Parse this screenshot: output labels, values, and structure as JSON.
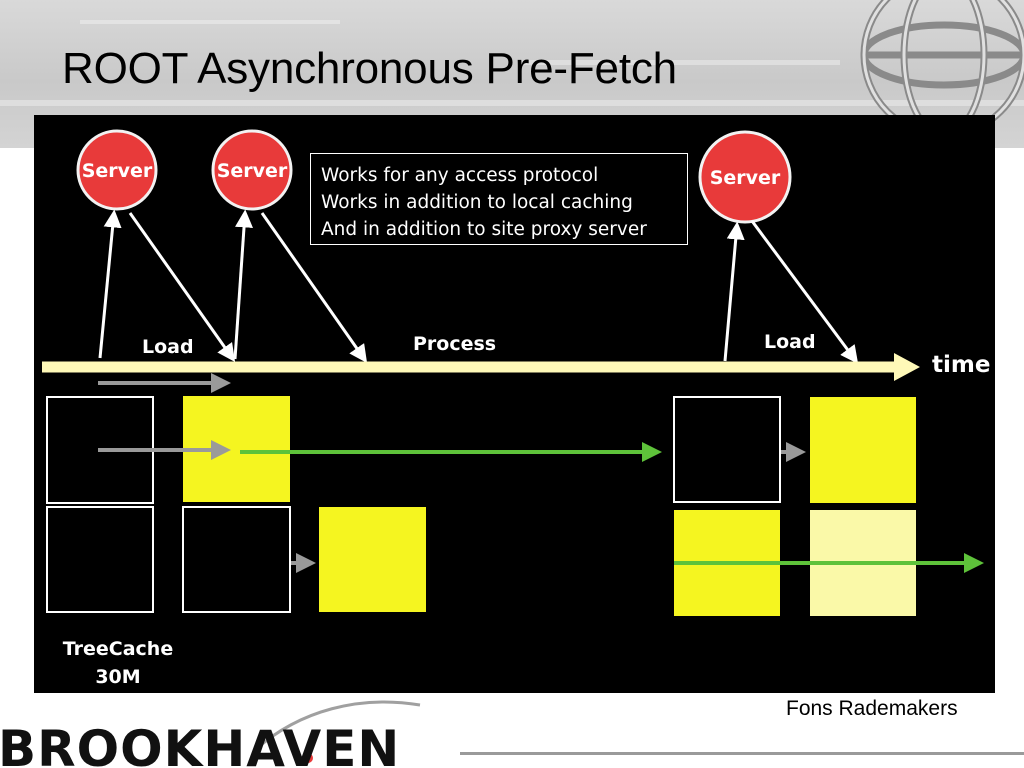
{
  "slide": {
    "title": "ROOT Asynchronous Pre-Fetch",
    "author": "Fons Rademakers",
    "logo_text": "BROOKHAVEN"
  },
  "diagram": {
    "servers": [
      "Server",
      "Server",
      "Server"
    ],
    "callout_lines": [
      "Works for any access protocol",
      "Works in addition to local caching",
      "And in addition to site proxy server"
    ],
    "phase_labels": [
      "Load",
      "Process",
      "Load"
    ],
    "time_label": "time",
    "cache_label_lines": [
      "TreeCache",
      "30M"
    ]
  },
  "colors": {
    "panel_background": "#000000",
    "server_fill": "#e83a3a",
    "timeline": "#fff9b8",
    "buffer_full": "#f5f520",
    "buffer_light": "#faf9a8",
    "prefetch_arrow": "#5ec23a",
    "transfer_arrow": "#9a9a9a"
  }
}
